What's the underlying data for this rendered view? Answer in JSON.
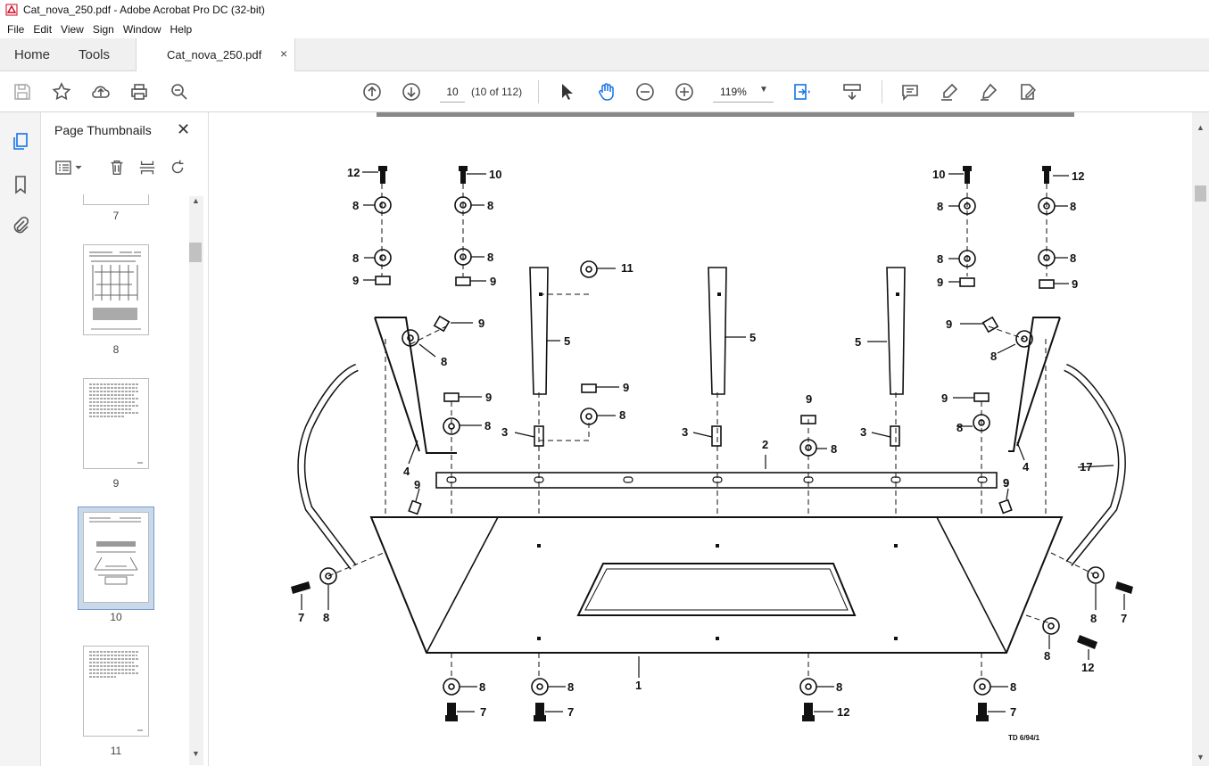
{
  "window": {
    "title": "Cat_nova_250.pdf - Adobe Acrobat Pro DC (32-bit)"
  },
  "menu": [
    "File",
    "Edit",
    "View",
    "Sign",
    "Window",
    "Help"
  ],
  "tabs": {
    "home": "Home",
    "tools": "Tools",
    "document": "Cat_nova_250.pdf",
    "close": "×"
  },
  "toolbar": {
    "page_value": "10",
    "page_count": "(10 of 112)",
    "zoom": "119%",
    "icons": [
      "save-icon",
      "bookmark-star-icon",
      "upload-icon",
      "print-icon",
      "zoom-search-icon",
      "page-up-icon",
      "page-down-icon",
      "select-arrow-icon",
      "hand-icon",
      "zoom-out-icon",
      "zoom-in-icon",
      "fit-page-icon",
      "scroll-mode-icon",
      "comment-icon",
      "highlight-icon",
      "sign-pen-icon",
      "fill-sign-icon"
    ]
  },
  "panel": {
    "title": "Page Thumbnails",
    "close": "✕",
    "thumbnails": [
      {
        "label": "7"
      },
      {
        "label": "8"
      },
      {
        "label": "9"
      },
      {
        "label": "10",
        "selected": true
      },
      {
        "label": "11"
      }
    ]
  },
  "diagram": {
    "labels": [
      "12",
      "10",
      "10",
      "12",
      "8",
      "8",
      "8",
      "8",
      "8",
      "8",
      "8",
      "8",
      "9",
      "9",
      "9",
      "9",
      "11",
      "5",
      "5",
      "5",
      "9",
      "9",
      "9",
      "9",
      "9",
      "9",
      "9",
      "8",
      "8",
      "8",
      "8",
      "3",
      "3",
      "3",
      "2",
      "8",
      "4",
      "4",
      "17",
      "9",
      "9",
      "7",
      "8",
      "8",
      "7",
      "8",
      "12",
      "1",
      "8",
      "8",
      "8",
      "8",
      "7",
      "7",
      "12",
      "7",
      "8"
    ],
    "code": "TD 6/94/1"
  }
}
